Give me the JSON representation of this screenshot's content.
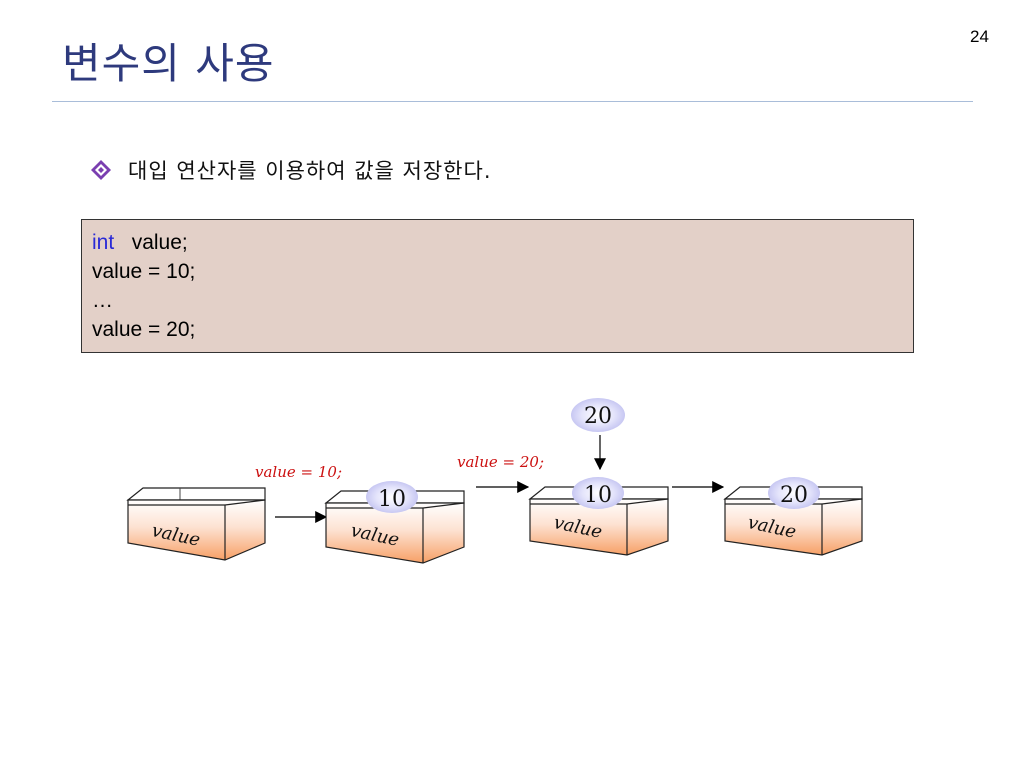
{
  "slide": {
    "title": "변수의 사용",
    "page_number": "24"
  },
  "bullet": {
    "text": "대입 연산자를 이용하여 값을 저장한다."
  },
  "code": {
    "line1_keyword": "int",
    "line1_rest": "value;",
    "line2": "value = 10;",
    "line3": "…",
    "line4": "value = 20;"
  },
  "diagram": {
    "box_label": "value",
    "assign_10": "value = 10;",
    "assign_20": "value = 20;",
    "value_10": "10",
    "value_20": "20",
    "incoming_value": "20"
  },
  "colors": {
    "title": "#2e3a7d",
    "rule": "#a9bdd9",
    "code_bg": "#e3d0c8",
    "keyword": "#2a2ad6",
    "annotation": "#cc1111",
    "bullet": "#7a3fb0"
  }
}
